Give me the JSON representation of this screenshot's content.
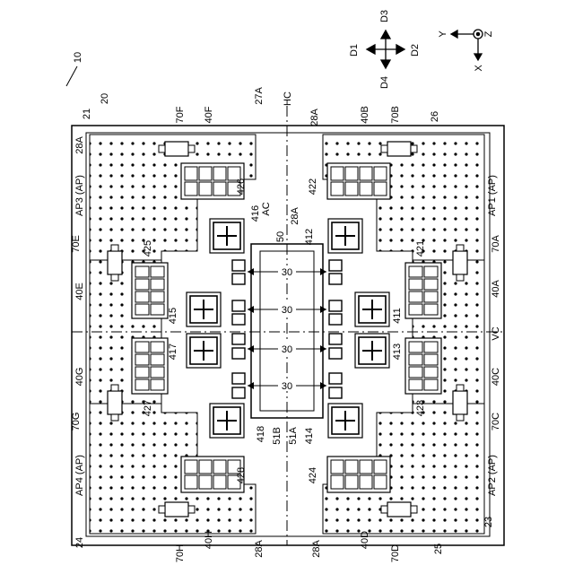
{
  "figure": {
    "id_label": "10",
    "axes": {
      "d1": "D1",
      "d2": "D2",
      "d3": "D3",
      "d4": "D4",
      "x": "X",
      "y": "Y",
      "z": "Z"
    },
    "labels": {
      "n20": "20",
      "n21": "21",
      "n23": "23",
      "n24": "24",
      "n25": "25",
      "n26": "26",
      "n27a": "27A",
      "n28a": "28A",
      "hc": "HC",
      "vc": "VC",
      "ac": "AC",
      "n50": "50",
      "n51a": "51A",
      "n51b": "51B",
      "n30": "30",
      "ap1": "AP1 (AP)",
      "ap2": "AP2 (AP)",
      "ap3": "AP3 (AP)",
      "ap4": "AP4 (AP)",
      "r70a": "70A",
      "r70b": "70B",
      "r70c": "70C",
      "r70d": "70D",
      "r70e": "70E",
      "r70f": "70F",
      "r70g": "70G",
      "r70h": "70H",
      "b40a": "40A",
      "b40b": "40B",
      "b40c": "40C",
      "b40d": "40D",
      "b40e": "40E",
      "b40f": "40F",
      "b40g": "40G",
      "b40h": "40H",
      "t411": "411",
      "t412": "412",
      "t413": "413",
      "t414": "414",
      "t415": "415",
      "t416": "416",
      "t417": "417",
      "t418": "418",
      "t421": "421",
      "t422": "422",
      "t423": "423",
      "t424": "424",
      "t425": "425",
      "t426": "426",
      "t427": "427",
      "t428": "428"
    }
  }
}
